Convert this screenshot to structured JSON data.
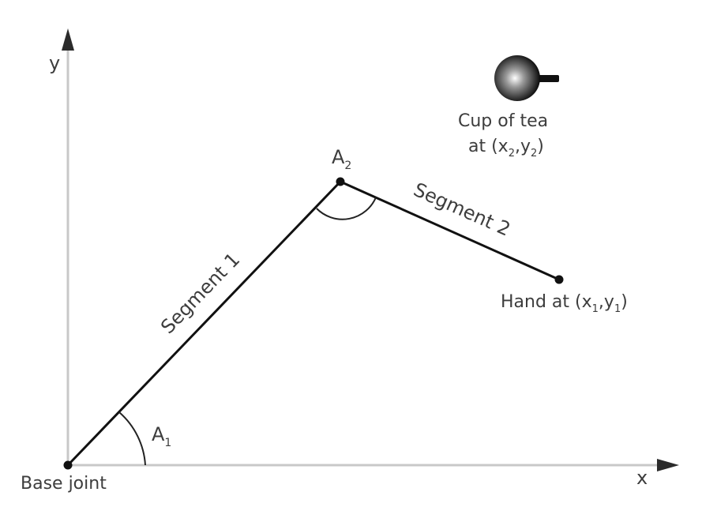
{
  "axes": {
    "x": "x",
    "y": "y"
  },
  "labels": {
    "base": "Base joint",
    "segment1": "Segment 1",
    "segment2": "Segment 2",
    "angle1": {
      "main": "A",
      "sub": "1"
    },
    "angle2": {
      "main": "A",
      "sub": "2"
    },
    "hand": {
      "prefix": "Hand at (x",
      "sub1": "1",
      "mid": ",y",
      "sub2": "1",
      "suffix": ")"
    },
    "cup_line1": "Cup of tea",
    "cup_line2": {
      "prefix": "at (x",
      "sub1": "2",
      "mid": ",y",
      "sub2": "2",
      "suffix": ")"
    }
  },
  "colors": {
    "axis": "#c8c8c8",
    "arrow": "#2b2b2b",
    "segment": "#111111",
    "text": "#3d3d3d"
  }
}
